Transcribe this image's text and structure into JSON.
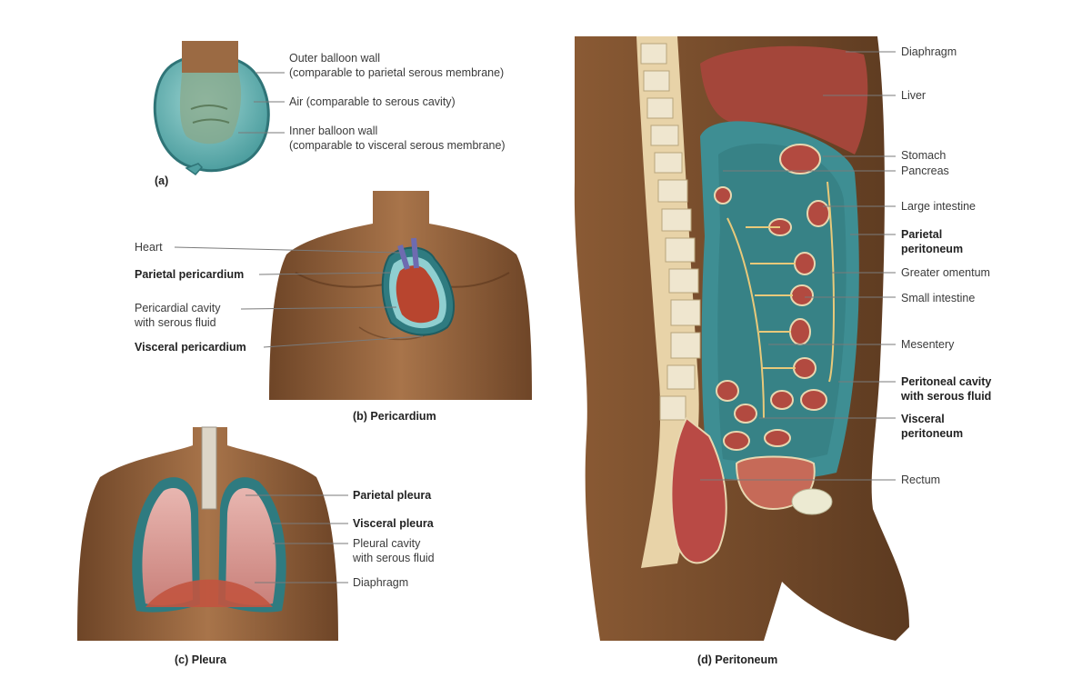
{
  "panel_a": {
    "caption": "(a)",
    "outer_wall": [
      "Outer balloon wall",
      "(comparable to parietal serous membrane)"
    ],
    "air": "Air (comparable to serous cavity)",
    "inner_wall": [
      "Inner balloon wall",
      "(comparable to visceral serous membrane)"
    ]
  },
  "panel_b": {
    "caption": "(b) Pericardium",
    "heart": "Heart",
    "parietal": "Parietal pericardium",
    "cavity": [
      "Pericardial cavity",
      "with serous fluid"
    ],
    "visceral": "Visceral pericardium"
  },
  "panel_c": {
    "caption": "(c) Pleura",
    "parietal": "Parietal pleura",
    "visceral": "Visceral pleura",
    "cavity": [
      "Pleural cavity",
      "with serous fluid"
    ],
    "diaphragm": "Diaphragm"
  },
  "panel_d": {
    "caption": "(d) Peritoneum",
    "diaphragm": "Diaphragm",
    "liver": "Liver",
    "stomach": "Stomach",
    "pancreas": "Pancreas",
    "large_intestine": "Large intestine",
    "parietal": [
      "Parietal",
      "peritoneum"
    ],
    "greater_omentum": "Greater omentum",
    "small_intestine": "Small intestine",
    "mesentery": "Mesentery",
    "cavity": [
      "Peritoneal cavity",
      "with serous fluid"
    ],
    "visceral": [
      "Visceral",
      "peritoneum"
    ],
    "rectum": "Rectum"
  },
  "colors": {
    "skin": "#9a6a44",
    "skin_dark": "#6e4527",
    "serous_teal": "#3e8e93",
    "serous_light": "#7cc3c5",
    "organ_red": "#b8453a",
    "lung_pink": "#d99a94",
    "bone": "#e8dcc0",
    "leader_line": "#7a7a7a"
  }
}
